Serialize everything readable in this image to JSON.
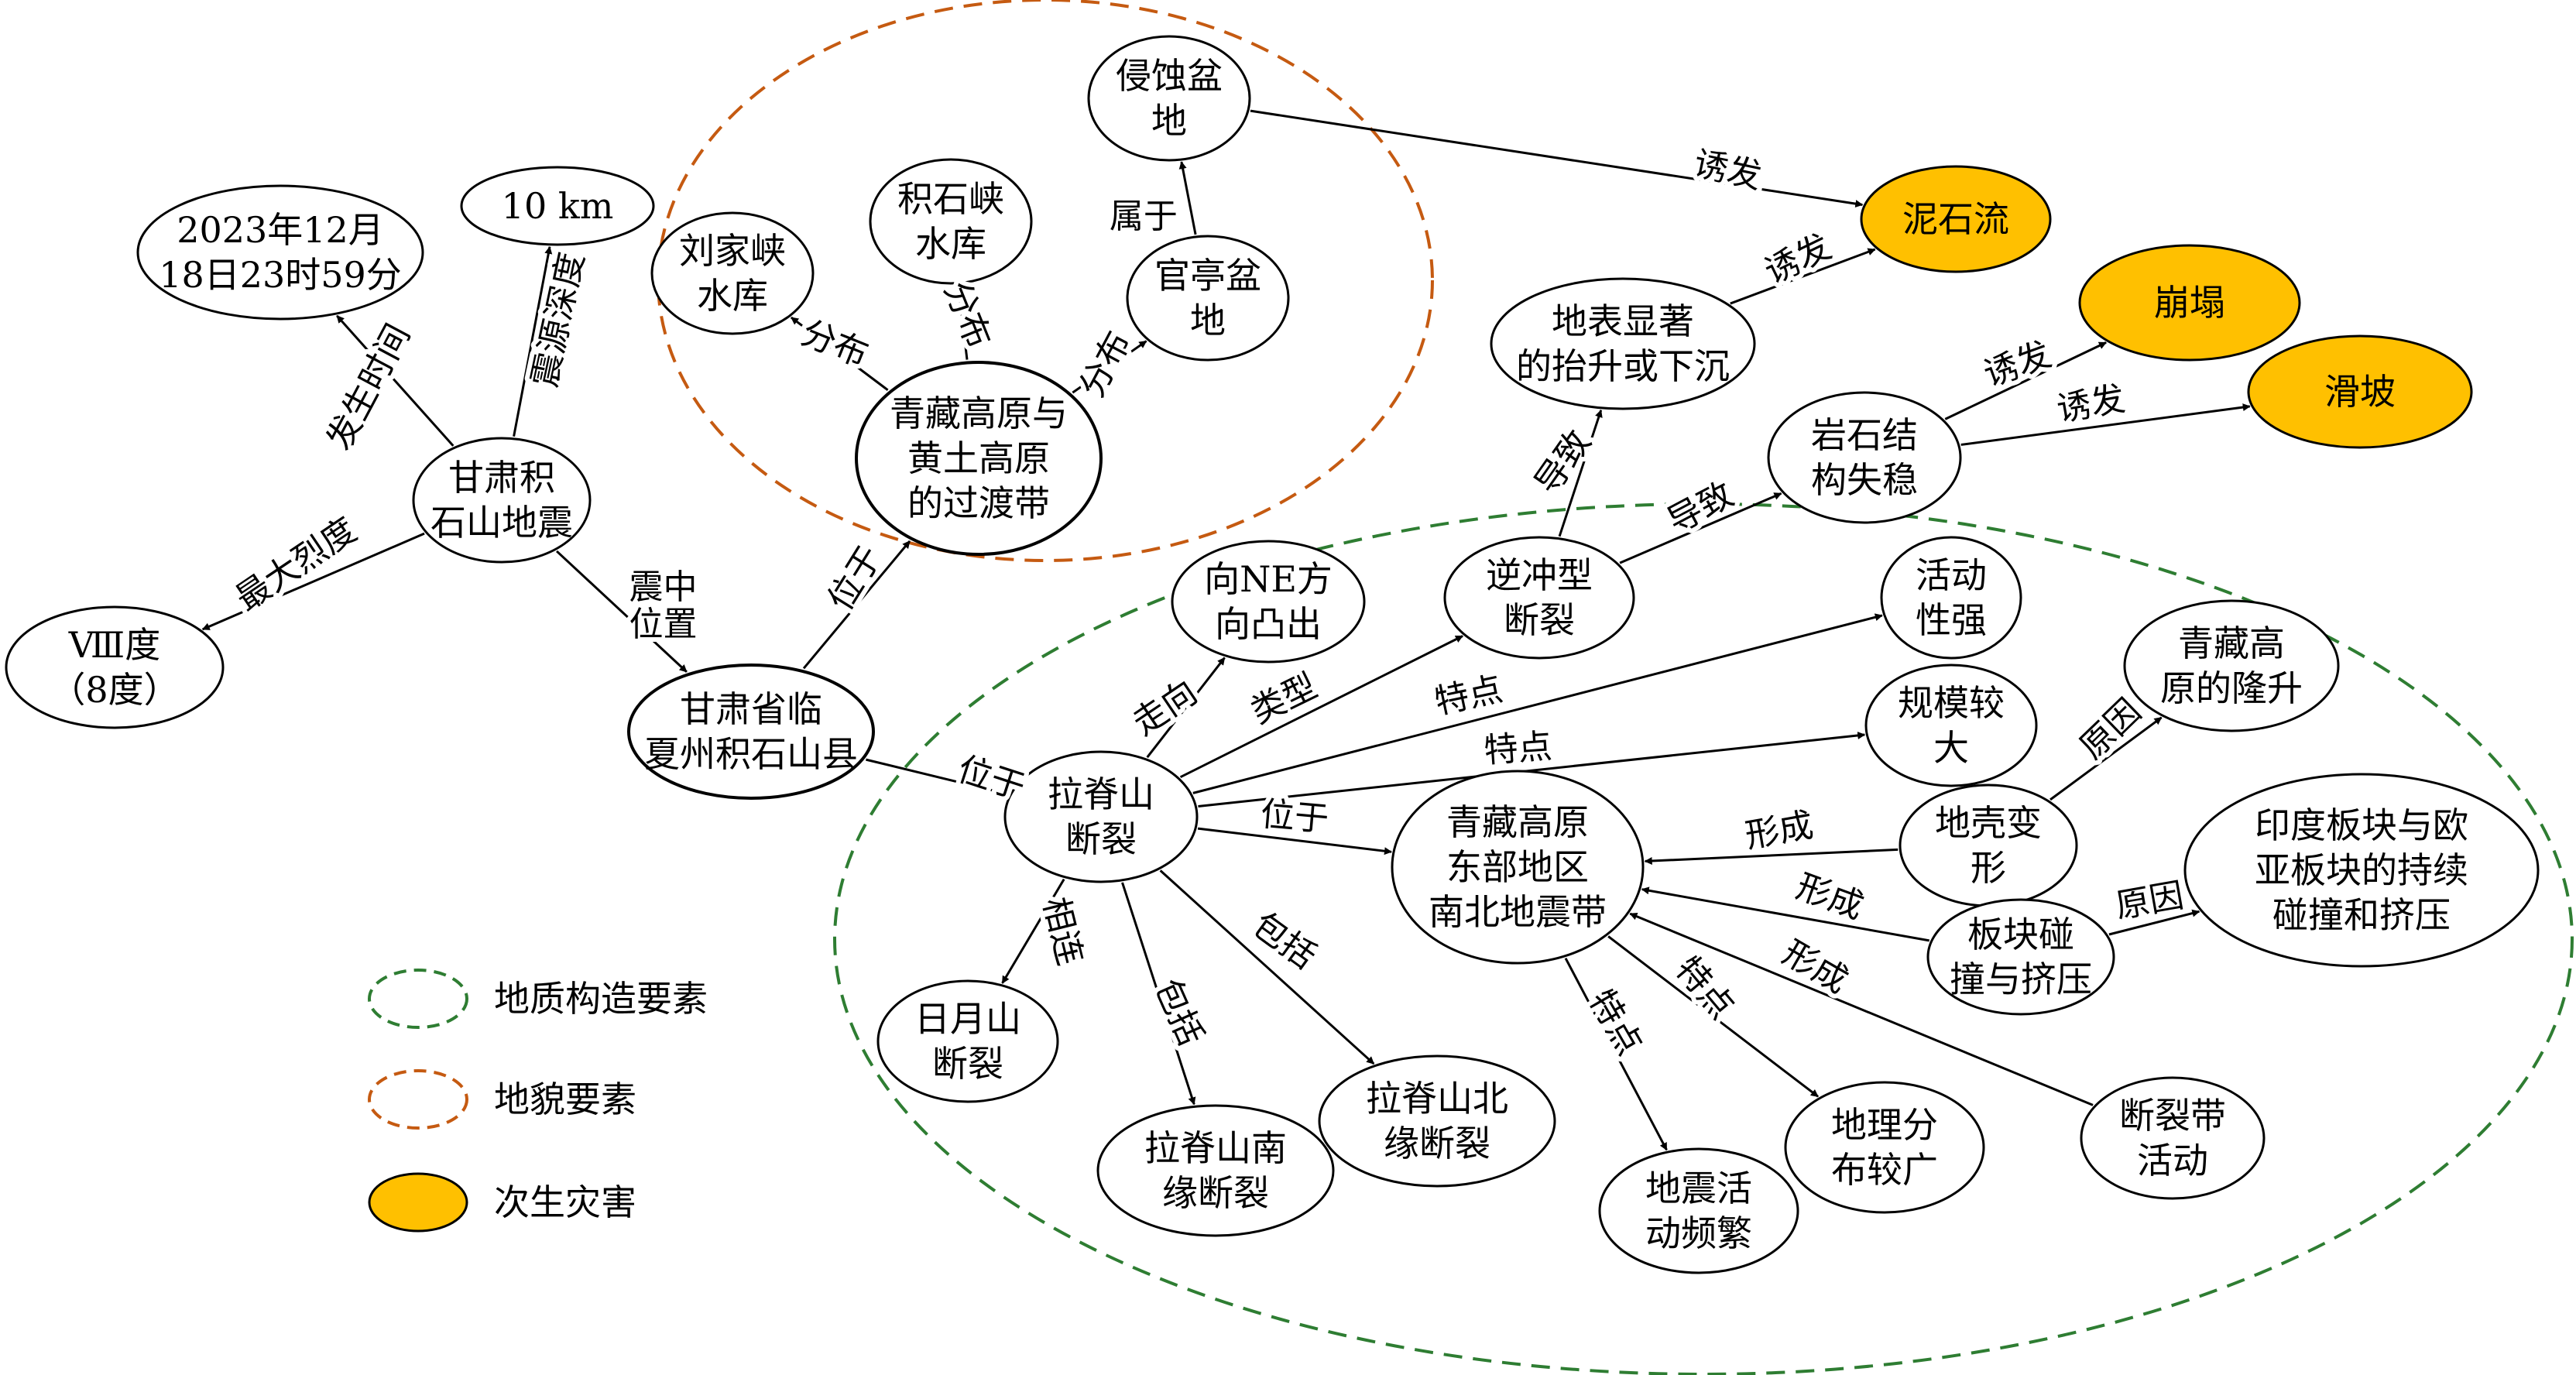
{
  "colors": {
    "hazard_fill": "#FFC000",
    "landform_region": "#C55A11",
    "tectonic_region": "#2E7D32",
    "line": "#000000"
  },
  "legend": [
    {
      "label": "地质构造要素",
      "style": "green-dashed"
    },
    {
      "label": "地貌要素",
      "style": "orange-dashed"
    },
    {
      "label": "次生灾害",
      "style": "orange-filled"
    }
  ],
  "nodes": {
    "gansu_quake": {
      "lines": [
        "甘肃积",
        "石山地震"
      ]
    },
    "time": {
      "lines": [
        "2023年12月",
        "18日23时59分"
      ]
    },
    "depth": {
      "lines": [
        "10 km"
      ]
    },
    "intensity": {
      "lines": [
        "Ⅷ度",
        "（8度）"
      ]
    },
    "jishishan_county": {
      "lines": [
        "甘肃省临",
        "夏州积石山县"
      ]
    },
    "transition_zone": {
      "lines": [
        "青藏高原与",
        "黄土高原",
        "的过渡带"
      ]
    },
    "liujiaxia": {
      "lines": [
        "刘家峡",
        "水库"
      ]
    },
    "jishixia": {
      "lines": [
        "积石峡",
        "水库"
      ]
    },
    "guanting": {
      "lines": [
        "官亭盆",
        "地"
      ]
    },
    "erosion_basin": {
      "lines": [
        "侵蚀盆",
        "地"
      ]
    },
    "mudflow": {
      "lines": [
        "泥石流"
      ]
    },
    "collapse": {
      "lines": [
        "崩塌"
      ]
    },
    "landslide": {
      "lines": [
        "滑坡"
      ]
    },
    "uplift_subside": {
      "lines": [
        "地表显著",
        "的抬升或下沉"
      ]
    },
    "rock_unstable": {
      "lines": [
        "岩石结",
        "构失稳"
      ]
    },
    "thrust_fault": {
      "lines": [
        "逆冲型",
        "断裂"
      ]
    },
    "ne_convex": {
      "lines": [
        "向NE方",
        "向凸出"
      ]
    },
    "active": {
      "lines": [
        "活动",
        "性强"
      ]
    },
    "large_scale": {
      "lines": [
        "规模较",
        "大"
      ]
    },
    "plateau_uplift": {
      "lines": [
        "青藏高",
        "原的隆升"
      ]
    },
    "lajishan_fault": {
      "lines": [
        "拉脊山",
        "断裂"
      ]
    },
    "ns_seismic_belt": {
      "lines": [
        "青藏高原",
        "东部地区",
        "南北地震带"
      ]
    },
    "crust_deform": {
      "lines": [
        "地壳变",
        "形"
      ]
    },
    "india_eurasia": {
      "lines": [
        "印度板块与欧",
        "亚板块的持续",
        "碰撞和挤压"
      ]
    },
    "plate_collision": {
      "lines": [
        "板块碰",
        "撞与挤压"
      ]
    },
    "fault_activity": {
      "lines": [
        "断裂带",
        "活动"
      ]
    },
    "riyueshan": {
      "lines": [
        "日月山",
        "断裂"
      ]
    },
    "lajishan_south": {
      "lines": [
        "拉脊山南",
        "缘断裂"
      ]
    },
    "lajishan_north": {
      "lines": [
        "拉脊山北",
        "缘断裂"
      ]
    },
    "seismic_frequent": {
      "lines": [
        "地震活",
        "动频繁"
      ]
    },
    "wide_dist": {
      "lines": [
        "地理分",
        "布较广"
      ]
    }
  },
  "edges": [
    {
      "from": "gansu_quake",
      "to": "time",
      "label": "发生时间"
    },
    {
      "from": "gansu_quake",
      "to": "depth",
      "label": "震源深度"
    },
    {
      "from": "gansu_quake",
      "to": "intensity",
      "label": "最大烈度"
    },
    {
      "from": "gansu_quake",
      "to": "jishishan_county",
      "label": "震中位置"
    },
    {
      "from": "jishishan_county",
      "to": "transition_zone",
      "label": "位于"
    },
    {
      "from": "transition_zone",
      "to": "liujiaxia",
      "label": "分布"
    },
    {
      "from": "transition_zone",
      "to": "jishixia",
      "label": "分布"
    },
    {
      "from": "transition_zone",
      "to": "guanting",
      "label": "分布"
    },
    {
      "from": "guanting",
      "to": "erosion_basin",
      "label": "属于"
    },
    {
      "from": "erosion_basin",
      "to": "mudflow",
      "label": "诱发"
    },
    {
      "from": "uplift_subside",
      "to": "mudflow",
      "label": "诱发"
    },
    {
      "from": "rock_unstable",
      "to": "collapse",
      "label": "诱发"
    },
    {
      "from": "rock_unstable",
      "to": "landslide",
      "label": "诱发"
    },
    {
      "from": "thrust_fault",
      "to": "uplift_subside",
      "label": "导致"
    },
    {
      "from": "thrust_fault",
      "to": "rock_unstable",
      "label": "导致"
    },
    {
      "from": "jishishan_county",
      "to": "lajishan_fault",
      "label": "位于"
    },
    {
      "from": "lajishan_fault",
      "to": "ne_convex",
      "label": "走向"
    },
    {
      "from": "lajishan_fault",
      "to": "thrust_fault",
      "label": "类型"
    },
    {
      "from": "lajishan_fault",
      "to": "active",
      "label": "特点"
    },
    {
      "from": "lajishan_fault",
      "to": "large_scale",
      "label": "特点"
    },
    {
      "from": "lajishan_fault",
      "to": "ns_seismic_belt",
      "label": "位于"
    },
    {
      "from": "lajishan_fault",
      "to": "riyueshan",
      "label": "相连"
    },
    {
      "from": "lajishan_fault",
      "to": "lajishan_south",
      "label": "包括"
    },
    {
      "from": "lajishan_fault",
      "to": "lajishan_north",
      "label": "包括"
    },
    {
      "from": "crust_deform",
      "to": "ns_seismic_belt",
      "label": "形成"
    },
    {
      "from": "plate_collision",
      "to": "ns_seismic_belt",
      "label": "形成"
    },
    {
      "from": "fault_activity",
      "to": "ns_seismic_belt",
      "label": "形成"
    },
    {
      "from": "crust_deform",
      "to": "plateau_uplift",
      "label": "原因"
    },
    {
      "from": "plate_collision",
      "to": "india_eurasia",
      "label": "原因"
    },
    {
      "from": "ns_seismic_belt",
      "to": "seismic_frequent",
      "label": "特点"
    },
    {
      "from": "ns_seismic_belt",
      "to": "wide_dist",
      "label": "特点"
    }
  ]
}
